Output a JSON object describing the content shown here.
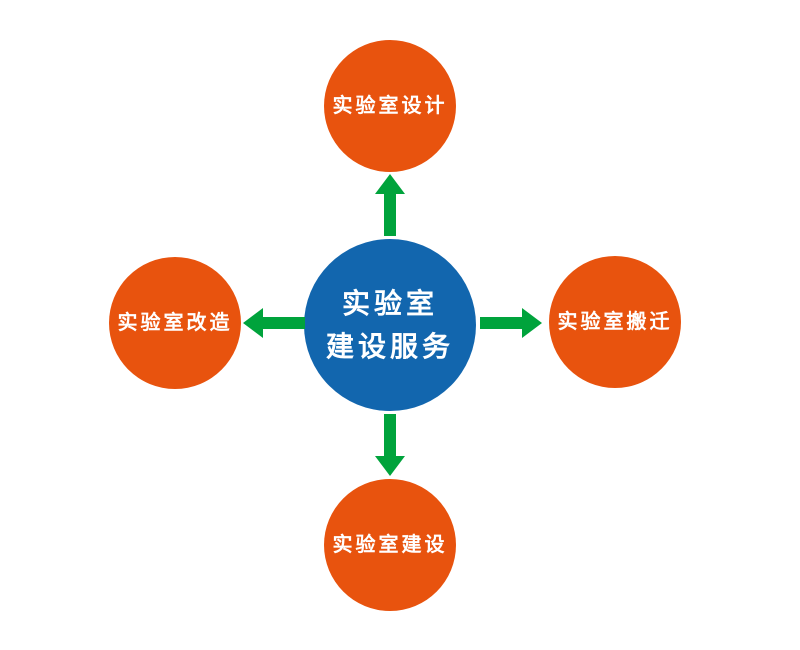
{
  "diagram": {
    "center": {
      "line1": "实验室",
      "line2": "建设服务"
    },
    "nodes": [
      {
        "id": "top",
        "label": "实验室设计"
      },
      {
        "id": "right",
        "label": "实验室搬迁"
      },
      {
        "id": "bottom",
        "label": "实验室建设"
      },
      {
        "id": "left",
        "label": "实验室改造"
      }
    ]
  },
  "colors": {
    "background": "#ffffff",
    "center_blue": "#1266ae",
    "node_orange": "#e8530e",
    "arrow_green": "#00a33c",
    "label_text": "#ffffff"
  }
}
